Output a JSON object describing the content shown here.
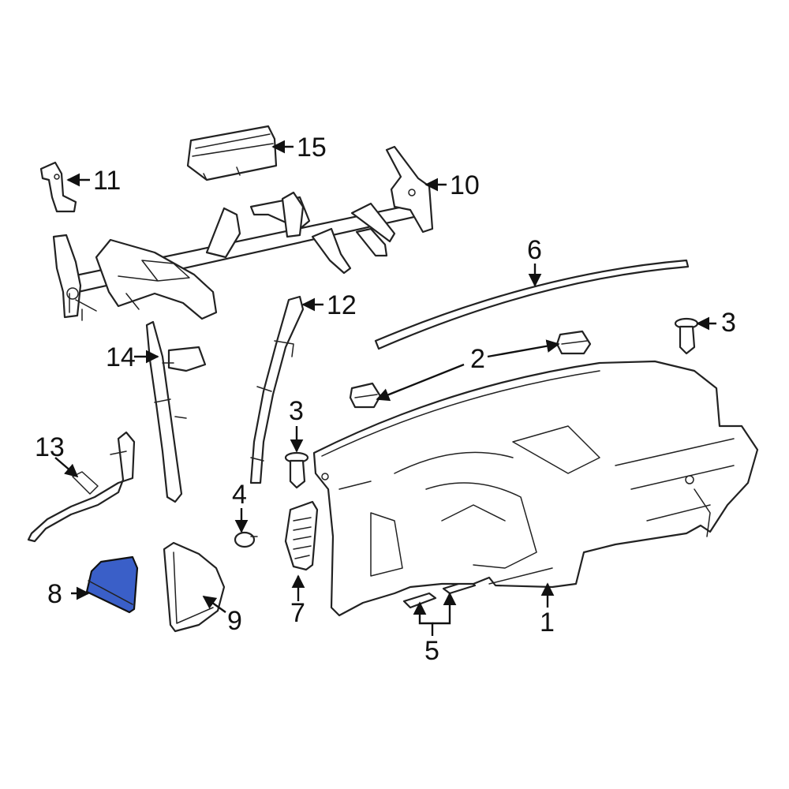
{
  "highlight_color": "#3a5fc8",
  "highlighted_part": "8",
  "callouts": {
    "c1": "1",
    "c2": "2",
    "c3a": "3",
    "c3b": "3",
    "c4": "4",
    "c5": "5",
    "c6": "6",
    "c7": "7",
    "c8": "8",
    "c9": "9",
    "c10": "10",
    "c11": "11",
    "c12": "12",
    "c13": "13",
    "c14": "14",
    "c15": "15"
  }
}
